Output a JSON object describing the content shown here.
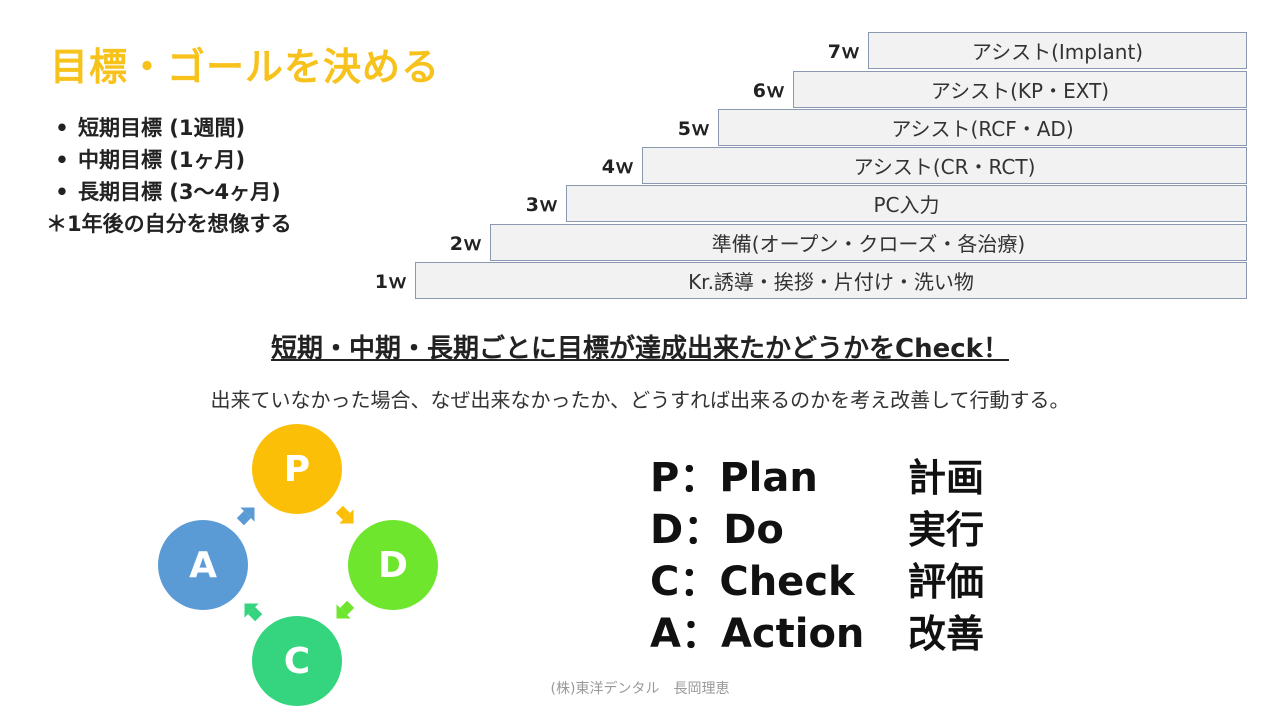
{
  "title": "目標・ゴールを決める",
  "goals": [
    {
      "bullet": "•",
      "text": "短期目標 (1週間)"
    },
    {
      "bullet": "•",
      "text": "中期目標 (1ヶ月)"
    },
    {
      "bullet": "•",
      "text": "長期目標 (3〜4ヶ月)"
    },
    {
      "bullet": "",
      "text": "＊1年後の自分を想像する"
    }
  ],
  "steps": [
    {
      "week": "7ｗ",
      "label": "アシスト(Implant)"
    },
    {
      "week": "6ｗ",
      "label": "アシスト(KP・EXT)"
    },
    {
      "week": "5ｗ",
      "label": "アシスト(RCF・AD)"
    },
    {
      "week": "4ｗ",
      "label": "アシスト(CR・RCT)"
    },
    {
      "week": "3ｗ",
      "label": "PC入力"
    },
    {
      "week": "2ｗ",
      "label": "準備(オープン・クローズ・各治療)"
    },
    {
      "week": "1ｗ",
      "label": "Kr.誘導・挨拶・片付け・洗い物"
    }
  ],
  "check_line": "短期・中期・長期ごとに目標が達成出来たかどうかをCheck！",
  "explanation": "出来ていなかった場合、なぜ出来なかったか、どうすれば出来るのかを考え改善して行動する。",
  "cycle": {
    "nodes": {
      "p": "P",
      "d": "D",
      "c": "C",
      "a": "A"
    },
    "colors": {
      "p": "#fbbf07",
      "d": "#6ee62e",
      "c": "#35d47e",
      "a": "#5b9bd5"
    }
  },
  "pdca": [
    {
      "en": "P：Plan",
      "jp": "計画"
    },
    {
      "en": "D：Do",
      "jp": "実行"
    },
    {
      "en": "C：Check",
      "jp": "評価"
    },
    {
      "en": "A：Action",
      "jp": "改善"
    }
  ],
  "footer": "(株)東洋デンタル　長岡理恵"
}
